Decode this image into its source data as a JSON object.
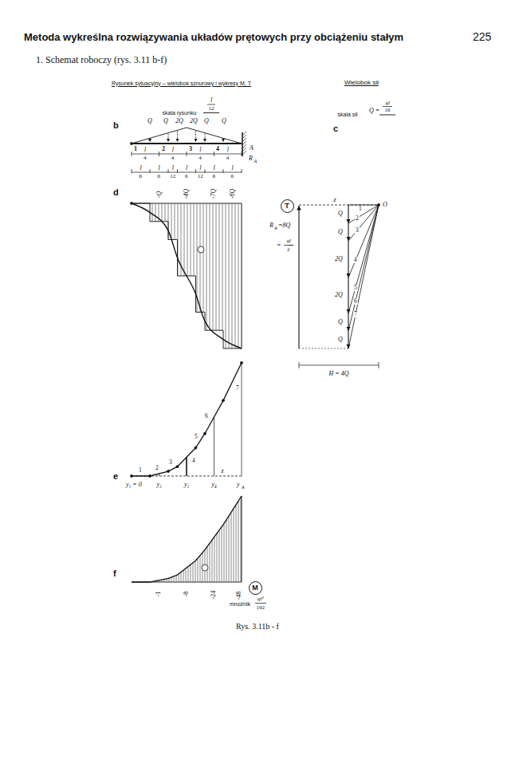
{
  "diagram": {
    "title": "1. Schemat roboczy (rys. 3.11 b-f)",
    "caption": "Rys. 3.11b - f",
    "nodes": [
      {
        "text": [
          "T"
        ]
      },
      {
        "text": [
          "M"
        ]
      }
    ],
    "labels": [
      "Metoda wykreślna rozwiązywania układów prętowych przy obciążeniu stałym",
      "225",
      "Rysunek sytuacyjny – wielobok sznurowy i wykresy M, T",
      "Wielobok sił",
      "skala rysunku",
      "l",
      "12",
      "skala sił",
      "Q =",
      "ql",
      "16",
      "b",
      "c",
      "Q",
      "Q",
      "2Q",
      "2Q",
      "Q",
      "Q",
      "1",
      "l",
      "4",
      "2",
      "l",
      "4",
      "3",
      "l",
      "4",
      "4",
      "l",
      "4",
      "l",
      "6",
      "l",
      "6",
      "l",
      "12",
      "l",
      "6",
      "l",
      "12",
      "l",
      "6",
      "l",
      "6",
      "A",
      "R",
      "A",
      "d",
      "-Q",
      "-4Q",
      "-7Q",
      "-8Q",
      "z",
      "O",
      "1",
      "2",
      "3",
      "4",
      "5",
      "6",
      "7",
      "Q",
      "Q",
      "2Q",
      "2Q",
      "Q",
      "Q",
      "R",
      "A",
      "=8Q",
      "=",
      "ql",
      "2",
      "H = 4Q",
      "e",
      "1",
      "2",
      "3",
      "4",
      "5",
      "6",
      "7",
      "z",
      "y₁ = 0",
      "y₂",
      "y₃",
      "y₄",
      "y",
      "A",
      "f",
      "-1",
      "-8",
      "-24",
      "-48",
      "mnożnik",
      "ql²",
      "192"
    ]
  }
}
